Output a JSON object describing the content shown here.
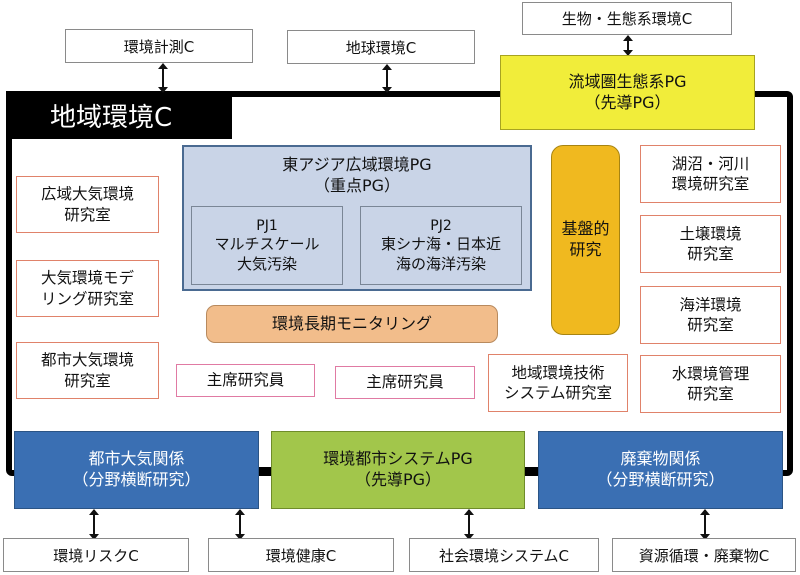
{
  "center": {
    "title": "地域環境C"
  },
  "external_centers": {
    "top": [
      {
        "label": "環境計測C"
      },
      {
        "label": "地球環境C"
      },
      {
        "label": "生物・生態系環境C"
      }
    ],
    "bottom": [
      {
        "label": "環境リスクC"
      },
      {
        "label": "環境健康C"
      },
      {
        "label": "社会環境システムC"
      },
      {
        "label": "資源循環・廃棄物C"
      }
    ]
  },
  "programs": {
    "basin": {
      "line1": "流域圏生態系PG",
      "line2": "（先導PG）",
      "color": "#f1ed3a"
    },
    "east_asia": {
      "line1": "東アジア広域環境PG",
      "line2": "（重点PG）",
      "color": "#c9d4e7",
      "projects": [
        {
          "id": "PJ1",
          "line1": "マルチスケール",
          "line2": "大気汚染"
        },
        {
          "id": "PJ2",
          "line1": "東シナ海・日本近",
          "line2": "海の海洋汚染"
        }
      ]
    },
    "urban_system": {
      "line1": "環境都市システムPG",
      "line2": "（先導PG）",
      "color": "#a2c64b"
    }
  },
  "monitoring": {
    "label": "環境長期モニタリング",
    "color": "#f2bd8b"
  },
  "basic_research": {
    "line1": "基盤的",
    "line2": "研究",
    "color": "#f0b91f"
  },
  "cross_field": [
    {
      "line1": "都市大気関係",
      "line2": "（分野横断研究）",
      "color": "#3a6fb3"
    },
    {
      "line1": "廃棄物関係",
      "line2": "（分野横断研究）",
      "color": "#3a6fb3"
    }
  ],
  "labs_left": [
    {
      "line1": "広域大気環境",
      "line2": "研究室"
    },
    {
      "line1": "大気環境モデ",
      "line2": "リング研究室"
    },
    {
      "line1": "都市大気環境",
      "line2": "研究室"
    }
  ],
  "labs_right": [
    {
      "line1": "湖沼・河川",
      "line2": "環境研究室"
    },
    {
      "line1": "土壌環境",
      "line2": "研究室"
    },
    {
      "line1": "海洋環境",
      "line2": "研究室"
    },
    {
      "line1": "水環境管理",
      "line2": "研究室"
    }
  ],
  "lab_tech": {
    "line1": "地域環境技術",
    "line2": "システム研究室"
  },
  "chief_researchers": [
    {
      "label": "主席研究員"
    },
    {
      "label": "主席研究員"
    }
  ]
}
